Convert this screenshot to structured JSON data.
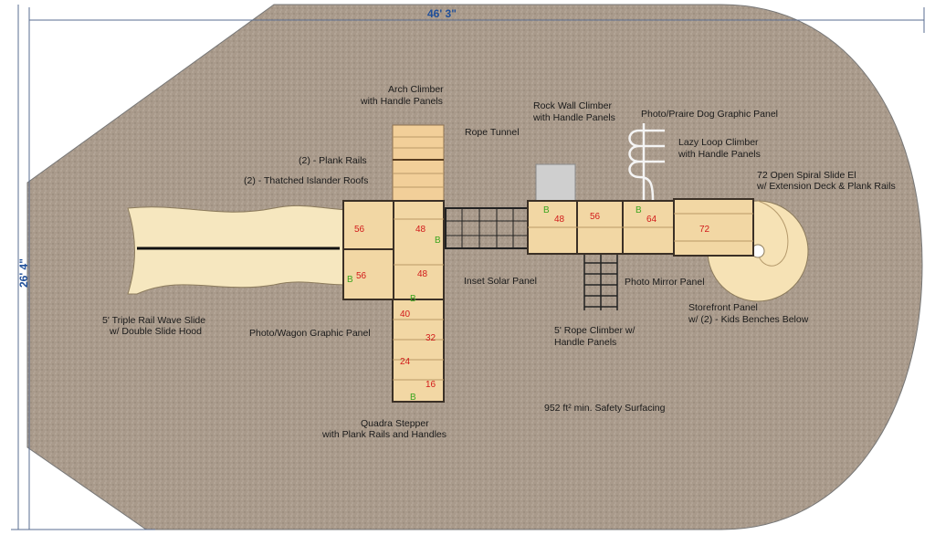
{
  "dimensions": {
    "width": "46' 3\"",
    "height": "26' 4\""
  },
  "labels": {
    "arch_climber": [
      "Arch Climber",
      "with Handle Panels"
    ],
    "rope_tunnel": "Rope Tunnel",
    "rock_wall": [
      "Rock Wall Climber",
      "with Handle Panels"
    ],
    "prairie_dog": "Photo/Praire Dog Graphic Panel",
    "lazy_loop": [
      "Lazy Loop Climber",
      "with Handle Panels"
    ],
    "spiral_slide": [
      "72 Open Spiral Slide El",
      "w/ Extension Deck & Plank Rails"
    ],
    "plank_rails": "(2) - Plank Rails",
    "islander_roofs": "(2) - Thatched Islander Roofs",
    "inset_solar": "Inset Solar Panel",
    "photo_mirror": "Photo Mirror Panel",
    "storefront": [
      "Storefront Panel",
      "w/ (2) - Kids Benches Below"
    ],
    "wave_slide": [
      "5' Triple Rail Wave Slide",
      "w/ Double Slide Hood"
    ],
    "wagon_panel": "Photo/Wagon Graphic Panel",
    "rope_climber": [
      "5' Rope Climber w/",
      "Handle Panels"
    ],
    "surfacing": "952 ft² min. Safety Surfacing",
    "quadra_stepper": [
      "Quadra Stepper",
      "with Plank Rails and Handles"
    ]
  },
  "deck_heights": {
    "left_top": "56",
    "left_bottom": "56",
    "center_top": "48",
    "center_bottom": "48",
    "right_a": "48",
    "right_b": "56",
    "right_c": "64",
    "extension": "72",
    "stepper": [
      "40",
      "32",
      "24",
      "16"
    ]
  },
  "barrier_marker": "B",
  "colors": {
    "surface": "#a8998a",
    "deck": "#f2d7a4",
    "height_text": "#d21a1a",
    "barrier_text": "#3aa51e",
    "dimension": "#1f4f9a"
  }
}
